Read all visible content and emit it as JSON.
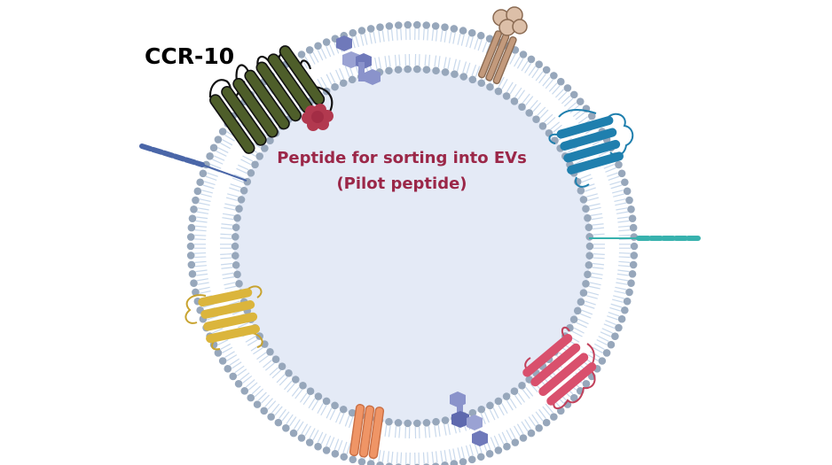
{
  "labels": {
    "protein": "CCR-10",
    "cargo_line1": "Peptide for sorting into EVs",
    "cargo_line2": "(Pilot peptide)"
  },
  "colors": {
    "background": "#ffffff",
    "vesicle_lumen": "#e4eaf6",
    "lipid_head": "#97a7bb",
    "lipid_tail": "#c9d9ec",
    "ccr10_receptor": "#4e5e2a",
    "pilot_peptide": "#b2394f",
    "peptide_text": "#9b2748",
    "blue_receptor": "#1f7fae",
    "pink_receptor": "#d9506d",
    "yellow_receptor": "#dbb53c",
    "orange_channel": "#ef9566",
    "tan_receptor": "#c39a7c",
    "tetraspanin_purple": "#6f79ba",
    "anchor_blue": "#4a66a8",
    "anchor_teal": "#38b2ae"
  },
  "icons": [
    "ccr10-receptor-icon",
    "pilot-peptide-icon",
    "tetraspanin-top-icon",
    "tetraspanin-bottom-icon",
    "tan-receptor-icon",
    "blue-receptor-icon",
    "pink-receptor-icon",
    "yellow-receptor-icon",
    "orange-channel-icon",
    "blue-anchor-icon",
    "teal-anchor-icon"
  ]
}
